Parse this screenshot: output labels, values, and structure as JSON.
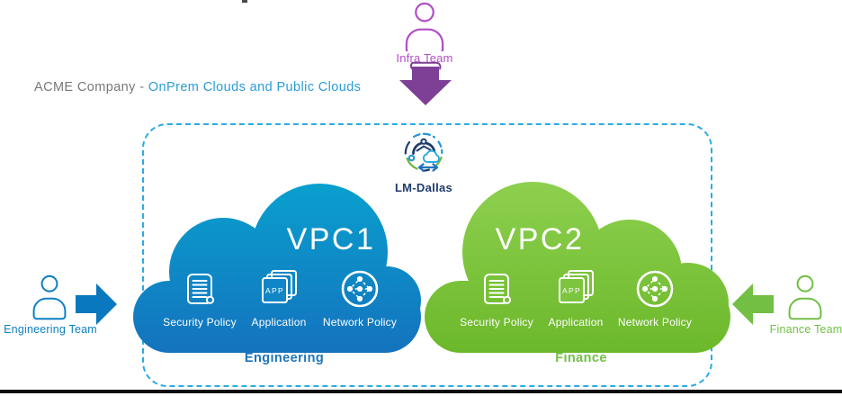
{
  "title": {
    "gray": "ACME Company - ",
    "blue": "OnPrem Clouds and Public Clouds"
  },
  "infra_team": {
    "label": "Infra Team"
  },
  "site": {
    "label": "LM-Dallas"
  },
  "vpcs": [
    {
      "name": "VPC1",
      "tenant": "Engineering",
      "policies": [
        "Security Policy",
        "Application",
        "Network Policy"
      ],
      "app_badge": "APP"
    },
    {
      "name": "VPC2",
      "tenant": "Finance",
      "policies": [
        "Security Policy",
        "Application",
        "Network Policy"
      ],
      "app_badge": "APP"
    }
  ],
  "left_team": {
    "label": "Engineering Team"
  },
  "right_team": {
    "label": "Finance Team"
  },
  "colors": {
    "boundary_dashed_blue": "#29ABE2",
    "vpc1_gradient_top": "#09A0CE",
    "vpc1_gradient_bottom": "#1473BE",
    "vpc2_gradient_top": "#8ED04F",
    "vpc2_gradient_bottom": "#6CB82B",
    "infra_person_magenta": "#B14FC5",
    "infra_arrow_purple": "#7E3F97",
    "engineering_blue": "#0F80C4",
    "engineering_arrow_blue": "#0A78BE",
    "finance_green": "#72BF44",
    "title_gray": "#77787B",
    "title_blue": "#2B9CD8",
    "site_navy": "#1F3C6D"
  }
}
